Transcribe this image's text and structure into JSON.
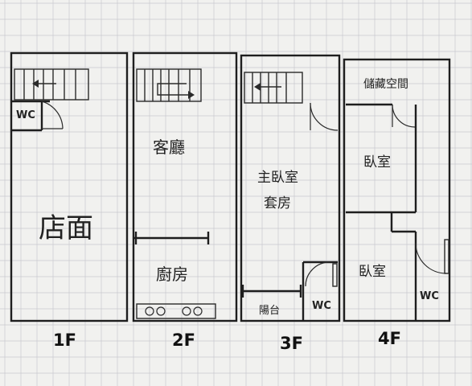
{
  "floors": [
    {
      "label": "1F",
      "rooms": {
        "wc": "WC",
        "shop": "店面"
      }
    },
    {
      "label": "2F",
      "rooms": {
        "living": "客廳",
        "kitchen": "廚房"
      }
    },
    {
      "label": "3F",
      "rooms": {
        "master_line1": "主臥室",
        "master_line2": "套房",
        "balcony": "陽台",
        "wc": "WC"
      }
    },
    {
      "label": "4F",
      "rooms": {
        "storage": "儲藏空間",
        "bedroom_top": "臥室",
        "bedroom_bottom": "臥室",
        "wc": "WC"
      }
    }
  ],
  "colors": {
    "paper": "#f1f1ef",
    "grid": "#c9c9cf",
    "ink": "#1e1e1e"
  }
}
